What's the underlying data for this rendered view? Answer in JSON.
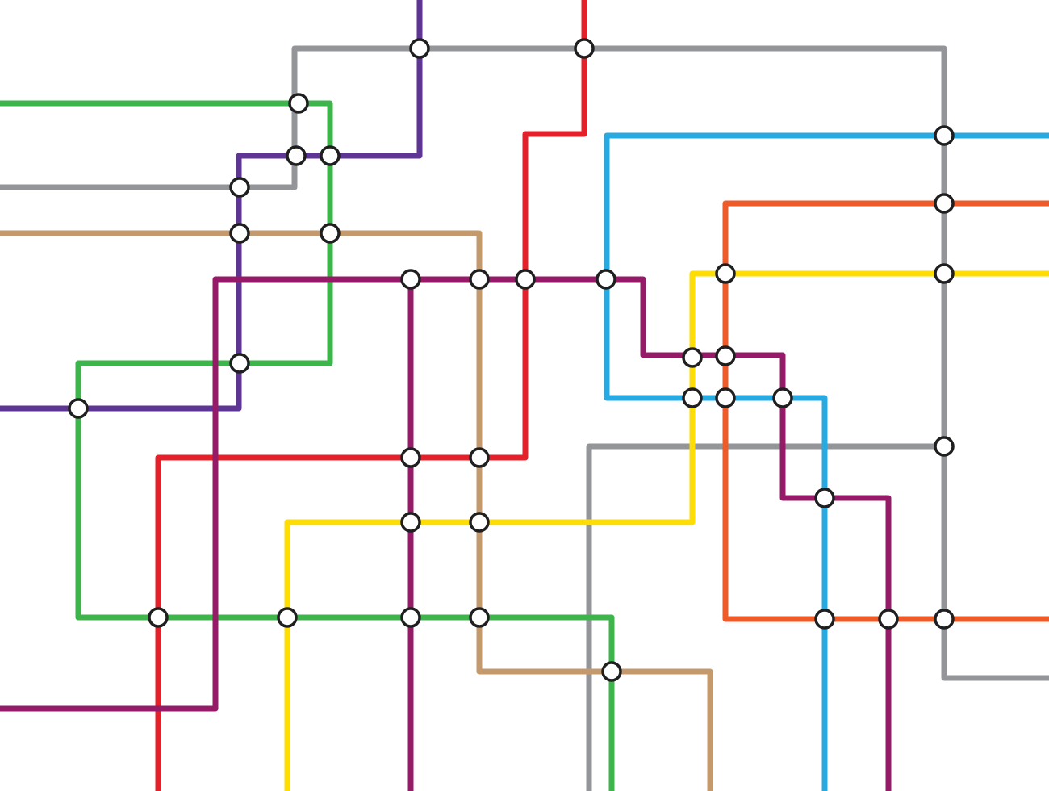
{
  "map": {
    "background": "#ffffff",
    "lines": [
      {
        "id": "grey-top",
        "color": "#939598"
      },
      {
        "id": "grey-left",
        "color": "#939598"
      },
      {
        "id": "grey-right",
        "color": "#939598"
      },
      {
        "id": "purple",
        "color": "#5e3494"
      },
      {
        "id": "red",
        "color": "#e4202a"
      },
      {
        "id": "green",
        "color": "#3db54a"
      },
      {
        "id": "tan",
        "color": "#c49a6c"
      },
      {
        "id": "magenta",
        "color": "#951b68"
      },
      {
        "id": "blue",
        "color": "#27aae1"
      },
      {
        "id": "orange",
        "color": "#ef5a29"
      },
      {
        "id": "yellow",
        "color": "#fddd04"
      }
    ],
    "station_style": {
      "fill": "#ffffff",
      "stroke": "#1f1f1f"
    }
  }
}
